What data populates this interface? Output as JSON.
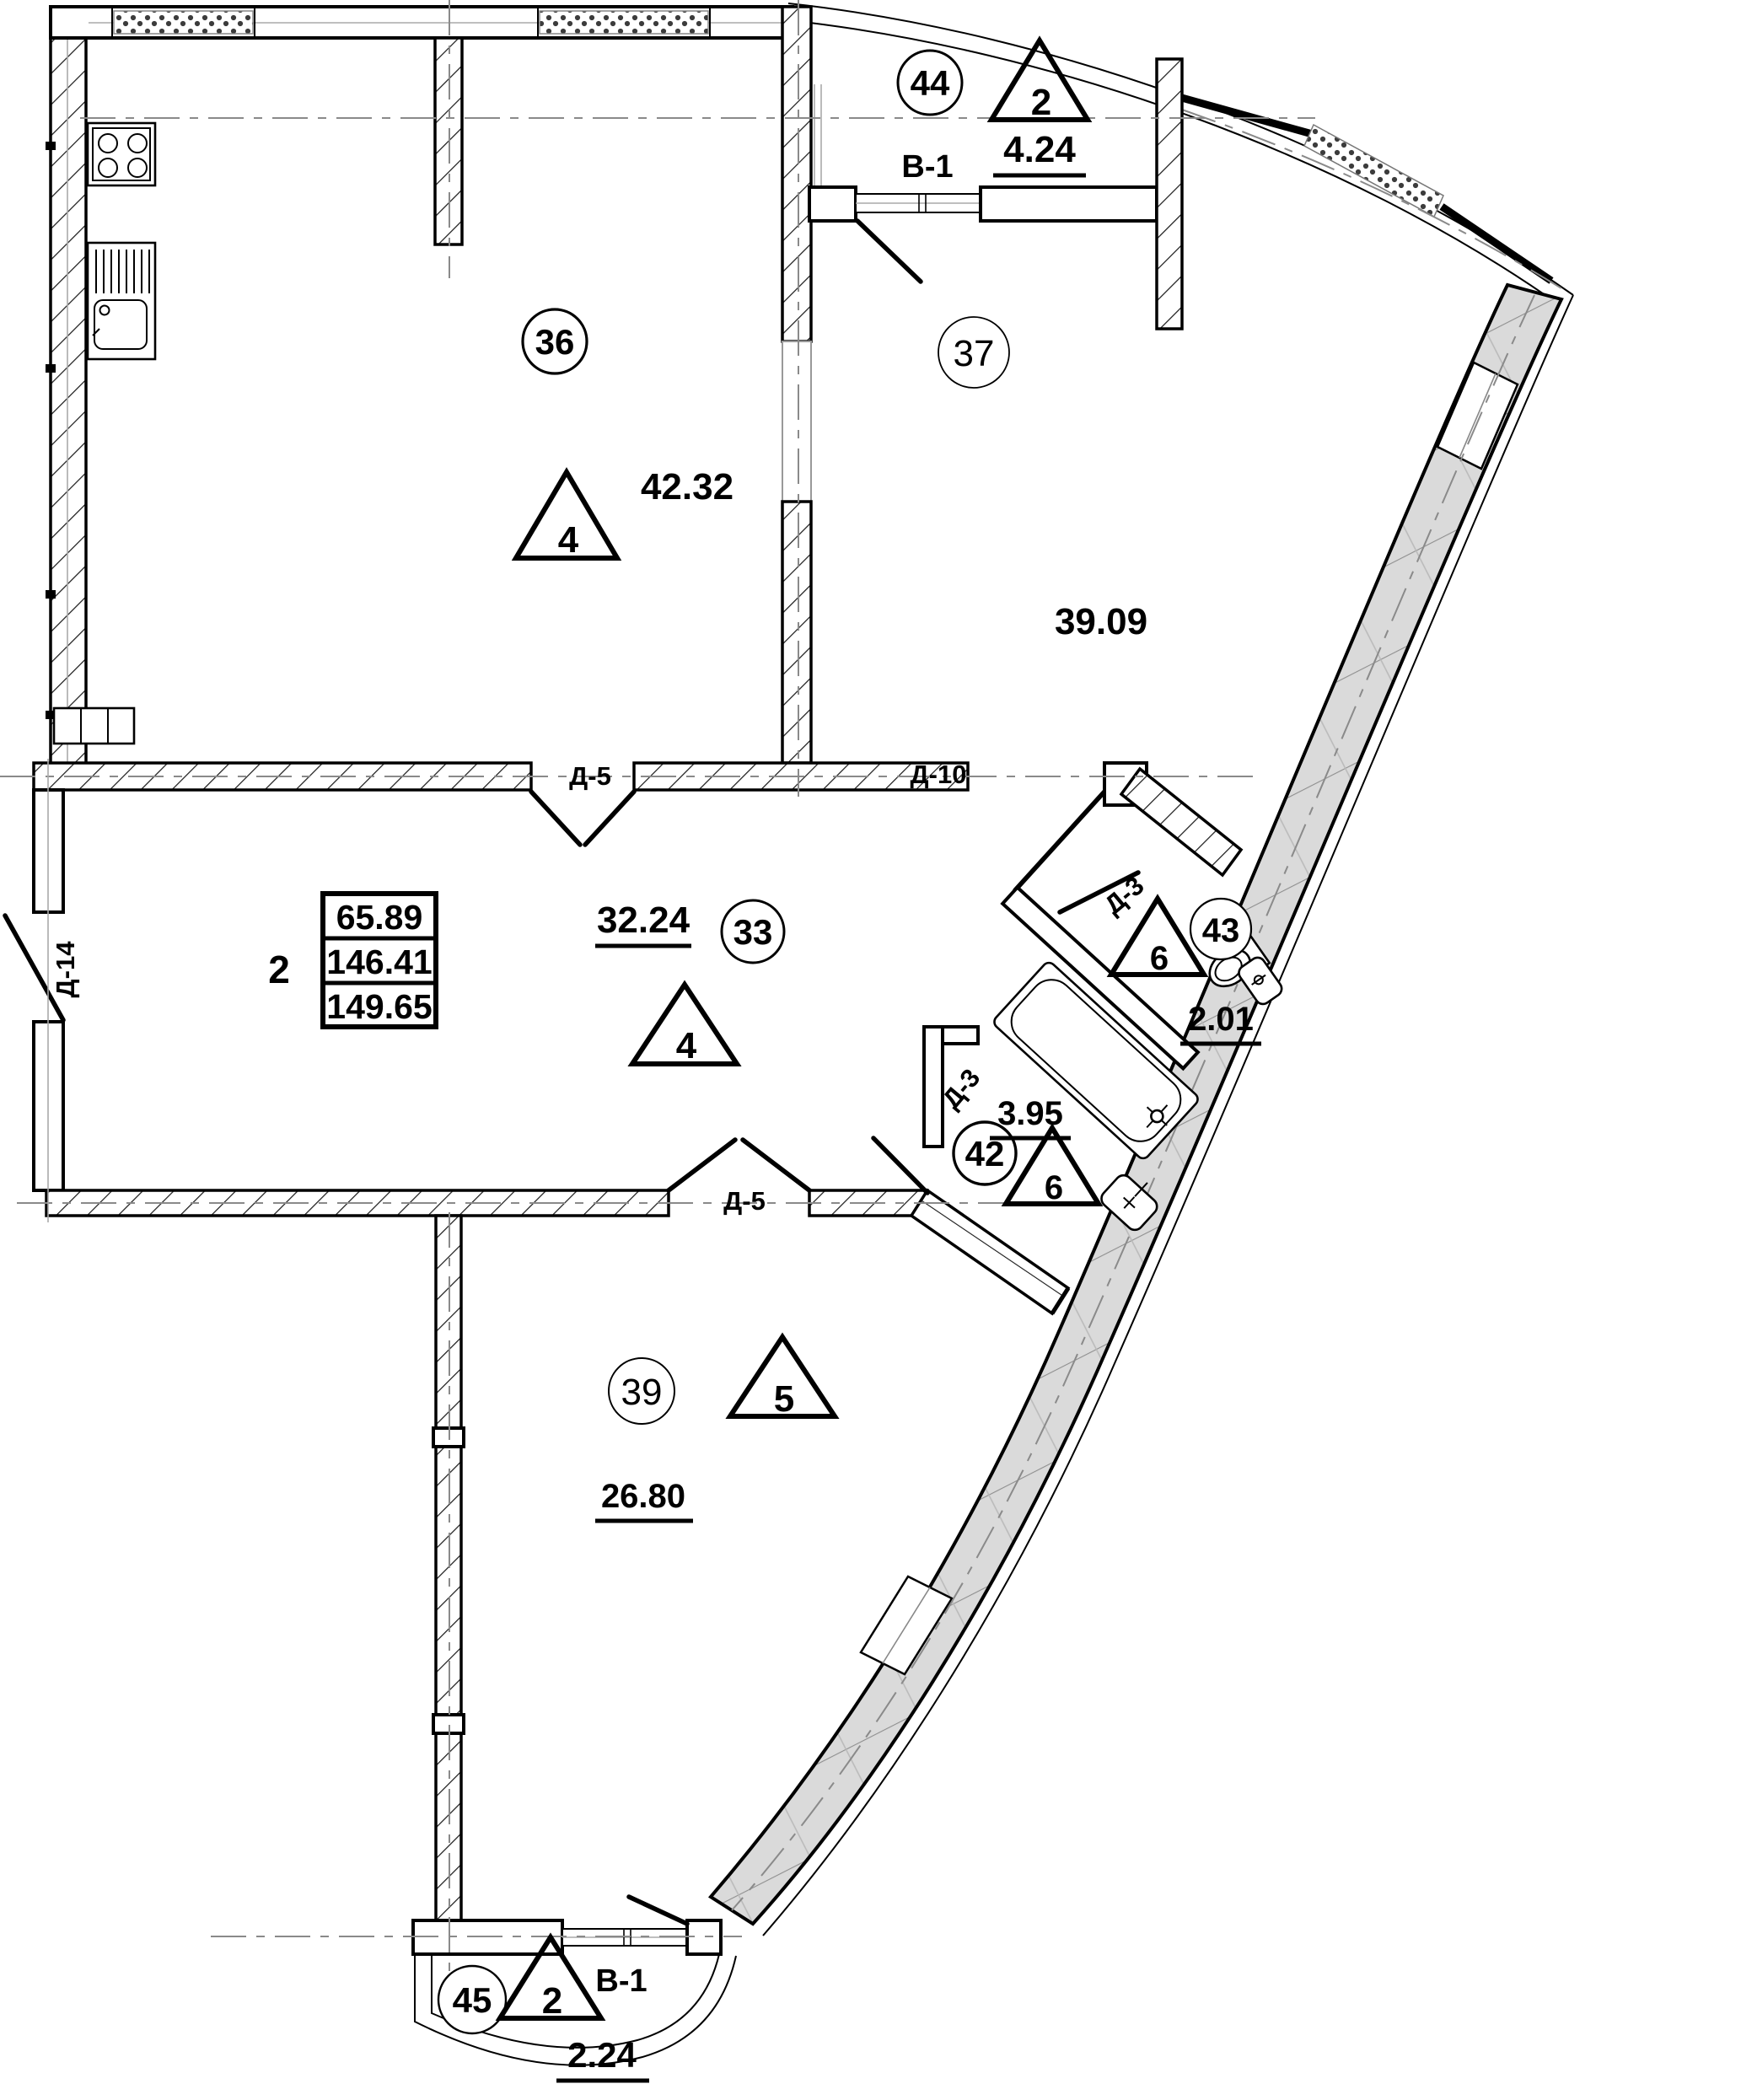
{
  "apartment": {
    "flat_number": "2",
    "living_area": "65.89",
    "apartment_area": "146.41",
    "total_area": "149.65"
  },
  "rooms": {
    "kitchen_living": {
      "number": "36",
      "area": "42.32",
      "triangle": "4"
    },
    "bedroom": {
      "number": "37",
      "area": "39.09"
    },
    "hall": {
      "number": "33",
      "area": "32.24",
      "triangle": "4"
    },
    "wc": {
      "number": "43",
      "area": "2.01",
      "triangle": "6"
    },
    "bathroom": {
      "number": "42",
      "area": "3.95",
      "triangle": "6"
    },
    "room_39": {
      "number": "39",
      "area": "26.80",
      "triangle": "5"
    },
    "balcony_top": {
      "number": "44",
      "area": "4.24",
      "triangle": "2",
      "type": "В-1"
    },
    "balcony_bottom": {
      "number": "45",
      "area": "2.24",
      "triangle": "2",
      "type": "В-1"
    }
  },
  "doors": {
    "d5": "Д-5",
    "d10": "Д-10",
    "d14": "Д-14",
    "d3": "Д-3"
  }
}
